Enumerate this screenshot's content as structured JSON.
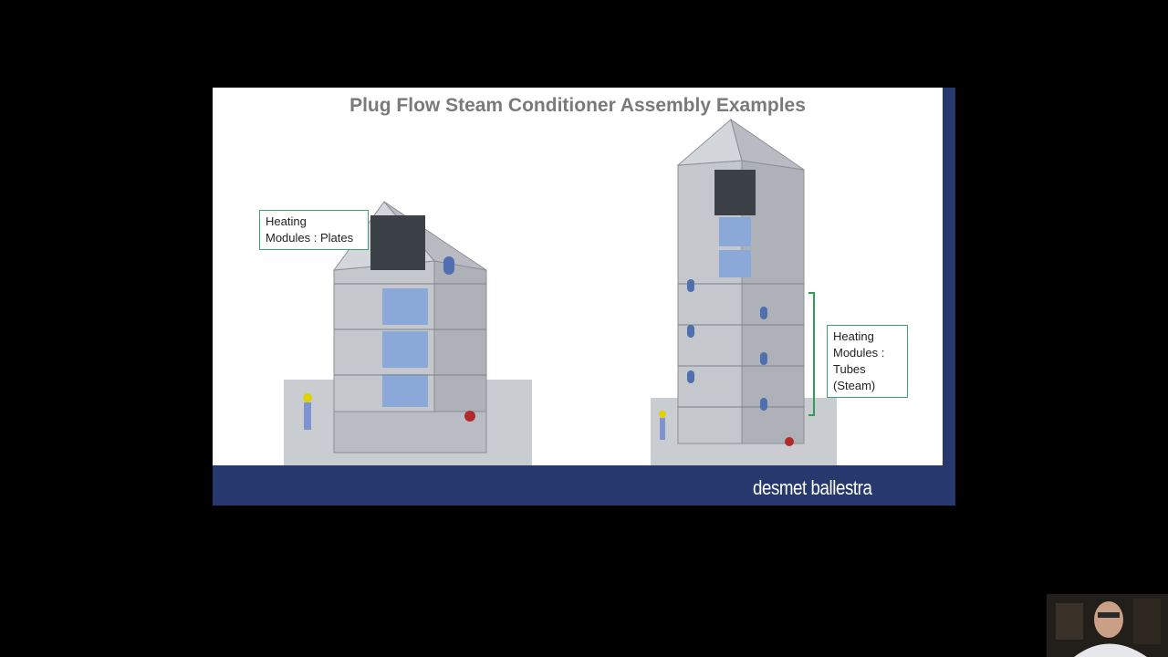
{
  "slide": {
    "title": "Plug Flow Steam Conditioner Assembly Examples",
    "brand": "desmet ballestra",
    "callouts": {
      "left": [
        "Heating",
        "Modules : Plates"
      ],
      "right": [
        "Heating",
        "Modules :",
        "Tubes",
        "(Steam)"
      ]
    }
  },
  "colors": {
    "background": "#000000",
    "navy": "#27386e",
    "title": "#7a7a7a",
    "callout_border": "#3fa66a"
  }
}
